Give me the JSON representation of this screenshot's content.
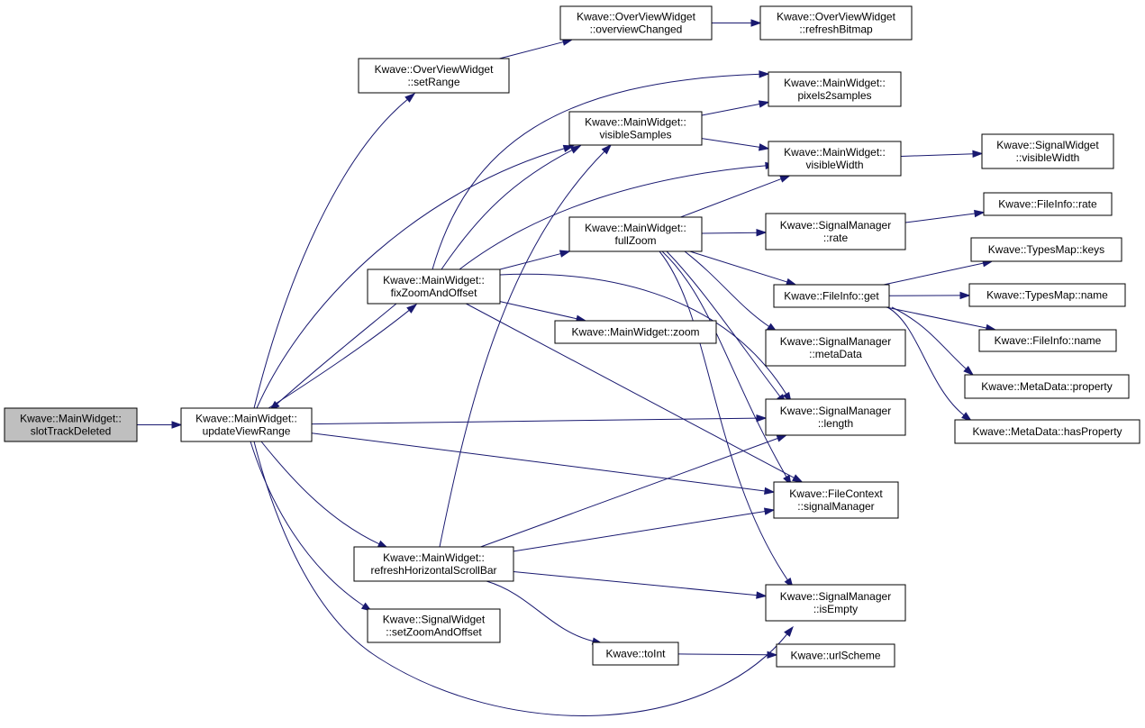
{
  "nodes": [
    {
      "id": "slotTrackDeleted",
      "lines": [
        "Kwave::MainWidget::",
        "slotTrackDeleted"
      ],
      "root": true
    },
    {
      "id": "updateViewRange",
      "lines": [
        "Kwave::MainWidget::",
        "updateViewRange"
      ]
    },
    {
      "id": "ovSetRange",
      "lines": [
        "Kwave::OverViewWidget",
        "::setRange"
      ]
    },
    {
      "id": "ovChanged",
      "lines": [
        "Kwave::OverViewWidget",
        "::overviewChanged"
      ]
    },
    {
      "id": "ovRefresh",
      "lines": [
        "Kwave::OverViewWidget",
        "::refreshBitmap"
      ]
    },
    {
      "id": "pixels2samples",
      "lines": [
        "Kwave::MainWidget::",
        "pixels2samples"
      ]
    },
    {
      "id": "visibleSamples",
      "lines": [
        "Kwave::MainWidget::",
        "visibleSamples"
      ]
    },
    {
      "id": "visibleWidth",
      "lines": [
        "Kwave::MainWidget::",
        "visibleWidth"
      ]
    },
    {
      "id": "swVisibleWidth",
      "lines": [
        "Kwave::SignalWidget",
        "::visibleWidth"
      ]
    },
    {
      "id": "fullZoom",
      "lines": [
        "Kwave::MainWidget::",
        "fullZoom"
      ]
    },
    {
      "id": "smRate",
      "lines": [
        "Kwave::SignalManager",
        "::rate"
      ]
    },
    {
      "id": "fiRate",
      "lines": [
        "Kwave::FileInfo::rate"
      ]
    },
    {
      "id": "fixZoom",
      "lines": [
        "Kwave::MainWidget::",
        "fixZoomAndOffset"
      ]
    },
    {
      "id": "fiGet",
      "lines": [
        "Kwave::FileInfo::get"
      ]
    },
    {
      "id": "tmKeys",
      "lines": [
        "Kwave::TypesMap::keys"
      ]
    },
    {
      "id": "tmName",
      "lines": [
        "Kwave::TypesMap::name"
      ]
    },
    {
      "id": "fiName",
      "lines": [
        "Kwave::FileInfo::name"
      ]
    },
    {
      "id": "zoom",
      "lines": [
        "Kwave::MainWidget::zoom"
      ]
    },
    {
      "id": "smMeta",
      "lines": [
        "Kwave::SignalManager",
        "::metaData"
      ]
    },
    {
      "id": "mdProperty",
      "lines": [
        "Kwave::MetaData::property"
      ]
    },
    {
      "id": "smLength",
      "lines": [
        "Kwave::SignalManager",
        "::length"
      ]
    },
    {
      "id": "mdHasProperty",
      "lines": [
        "Kwave::MetaData::hasProperty"
      ]
    },
    {
      "id": "fcSignalManager",
      "lines": [
        "Kwave::FileContext",
        "::signalManager"
      ]
    },
    {
      "id": "refreshHSB",
      "lines": [
        "Kwave::MainWidget::",
        "refreshHorizontalScrollBar"
      ]
    },
    {
      "id": "smIsEmpty",
      "lines": [
        "Kwave::SignalManager",
        "::isEmpty"
      ]
    },
    {
      "id": "swSetZoom",
      "lines": [
        "Kwave::SignalWidget",
        "::setZoomAndOffset"
      ]
    },
    {
      "id": "toInt",
      "lines": [
        "Kwave::toInt"
      ]
    },
    {
      "id": "urlScheme",
      "lines": [
        "Kwave::urlScheme"
      ]
    }
  ],
  "edges": [
    {
      "from": "slotTrackDeleted",
      "to": "updateViewRange"
    },
    {
      "from": "updateViewRange",
      "to": "ovSetRange"
    },
    {
      "from": "updateViewRange",
      "to": "visibleSamples"
    },
    {
      "from": "updateViewRange",
      "to": "fixZoom"
    },
    {
      "from": "updateViewRange",
      "to": "smLength"
    },
    {
      "from": "updateViewRange",
      "to": "fcSignalManager"
    },
    {
      "from": "updateViewRange",
      "to": "refreshHSB"
    },
    {
      "from": "updateViewRange",
      "to": "swSetZoom"
    },
    {
      "from": "updateViewRange",
      "to": "smIsEmpty"
    },
    {
      "from": "ovSetRange",
      "to": "ovChanged"
    },
    {
      "from": "ovChanged",
      "to": "ovRefresh"
    },
    {
      "from": "visibleSamples",
      "to": "pixels2samples"
    },
    {
      "from": "visibleSamples",
      "to": "visibleWidth"
    },
    {
      "from": "visibleWidth",
      "to": "swVisibleWidth"
    },
    {
      "from": "fixZoom",
      "to": "updateViewRange"
    },
    {
      "from": "fixZoom",
      "to": "pixels2samples"
    },
    {
      "from": "fixZoom",
      "to": "visibleSamples"
    },
    {
      "from": "fixZoom",
      "to": "visibleWidth"
    },
    {
      "from": "fixZoom",
      "to": "fullZoom"
    },
    {
      "from": "fixZoom",
      "to": "zoom"
    },
    {
      "from": "fixZoom",
      "to": "smLength"
    },
    {
      "from": "fixZoom",
      "to": "fcSignalManager"
    },
    {
      "from": "fullZoom",
      "to": "visibleWidth"
    },
    {
      "from": "fullZoom",
      "to": "smRate"
    },
    {
      "from": "fullZoom",
      "to": "fiGet"
    },
    {
      "from": "fullZoom",
      "to": "smMeta"
    },
    {
      "from": "fullZoom",
      "to": "smLength"
    },
    {
      "from": "fullZoom",
      "to": "fcSignalManager"
    },
    {
      "from": "fullZoom",
      "to": "smIsEmpty"
    },
    {
      "from": "smRate",
      "to": "fiRate"
    },
    {
      "from": "fiGet",
      "to": "tmKeys"
    },
    {
      "from": "fiGet",
      "to": "tmName"
    },
    {
      "from": "fiGet",
      "to": "fiName"
    },
    {
      "from": "fiGet",
      "to": "mdProperty"
    },
    {
      "from": "fiGet",
      "to": "mdHasProperty"
    },
    {
      "from": "refreshHSB",
      "to": "visibleSamples"
    },
    {
      "from": "refreshHSB",
      "to": "smLength"
    },
    {
      "from": "refreshHSB",
      "to": "fcSignalManager"
    },
    {
      "from": "refreshHSB",
      "to": "smIsEmpty"
    },
    {
      "from": "refreshHSB",
      "to": "toInt"
    },
    {
      "from": "toInt",
      "to": "urlScheme"
    }
  ]
}
